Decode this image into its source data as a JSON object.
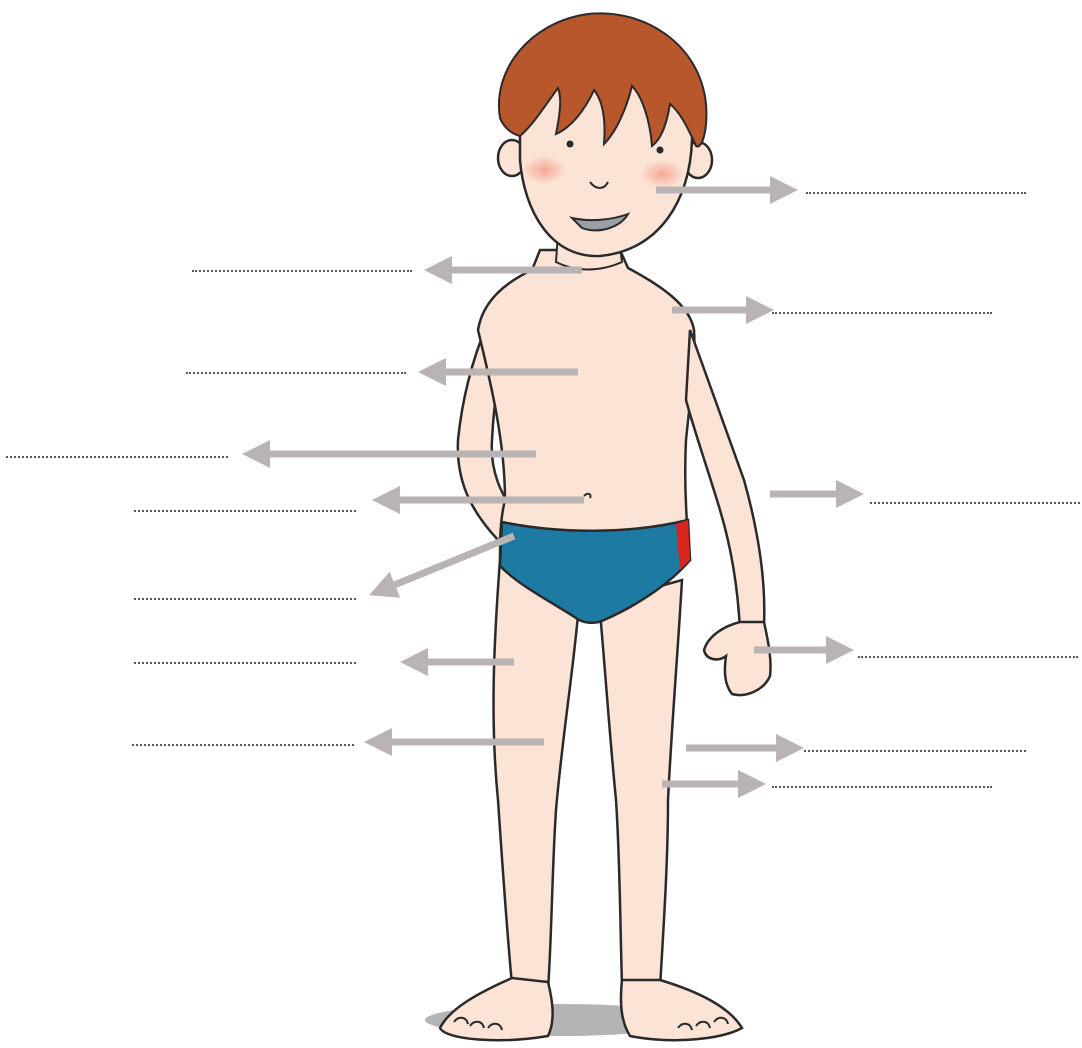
{
  "colors": {
    "skin": "#fbe3d6",
    "outline": "#2a2a2a",
    "hair": "#b8562c",
    "swimsuit": "#1c7aa3",
    "swimsuit_stripe": "#d8261f",
    "arrow": "#b9b3b3",
    "shadow": "#b4b4b4"
  },
  "labels": [
    {
      "id": "label-cheek",
      "text": ""
    },
    {
      "id": "label-neck",
      "text": ""
    },
    {
      "id": "label-shoulder",
      "text": ""
    },
    {
      "id": "label-chest",
      "text": ""
    },
    {
      "id": "label-arm",
      "text": ""
    },
    {
      "id": "label-navel",
      "text": ""
    },
    {
      "id": "label-elbow",
      "text": ""
    },
    {
      "id": "label-hip",
      "text": ""
    },
    {
      "id": "label-thigh",
      "text": ""
    },
    {
      "id": "label-hand",
      "text": ""
    },
    {
      "id": "label-knee",
      "text": ""
    },
    {
      "id": "label-foot-left",
      "text": ""
    },
    {
      "id": "label-foot-right",
      "text": ""
    }
  ]
}
